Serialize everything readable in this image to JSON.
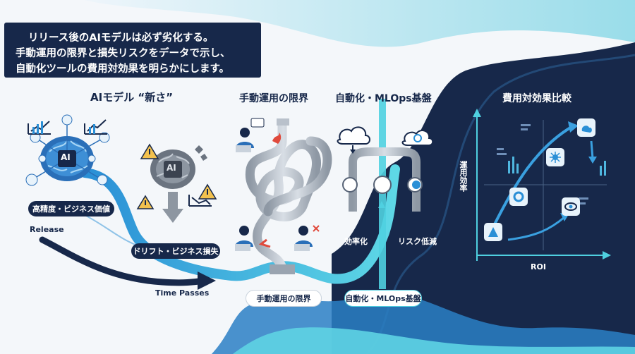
{
  "intro": {
    "line1": "リリース後のAIモデルは必ず劣化する。",
    "line2": "手動運用の限界と損失リスクをデータで示し、",
    "line3": "自動化ツールの費用対効果を明らかにします。"
  },
  "sections": {
    "ai_freshness": "AIモデル “新さ”",
    "manual_limits": "手動運用の限界",
    "automation": "自動化・MLOps基盤",
    "cost_comparison": "費用対効果比較"
  },
  "labels": {
    "high_accuracy": "高精度・ビジネス価値",
    "release": "Release",
    "drift_loss": "ドリフト・ビジネス損失",
    "time_passes": "Time Passes",
    "manual_limit_pill": "手動運用の限界",
    "automation_pill": "自動化・MLOps基盤",
    "efficiency": "効率化",
    "risk_reduction": "リスク低減",
    "ai_chip": "AI",
    "ai_broken": "AI"
  },
  "matrix": {
    "y_axis": "運用効率",
    "x_axis": "ROI"
  },
  "colors": {
    "navy": "#17284a",
    "accent_blue": "#2f86c9",
    "cyan": "#4fd0e0",
    "red": "#e04a3c"
  }
}
